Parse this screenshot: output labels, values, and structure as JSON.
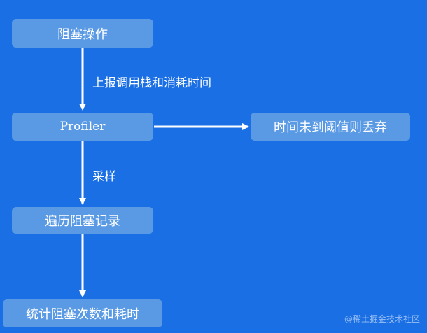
{
  "nodes": {
    "block_op": "阻塞操作",
    "profiler": "Profiler",
    "discard": "时间未到阈值则丢弃",
    "traverse": "遍历阻塞记录",
    "stats": "统计阻塞次数和耗时"
  },
  "edges": {
    "report": "上报调用栈和消耗时间",
    "sample": "采样"
  },
  "watermark": "@稀土掘金技术社区",
  "colors": {
    "background": "#1a6fe5",
    "node": "#5a9ae4",
    "edge": "#ffffff"
  }
}
